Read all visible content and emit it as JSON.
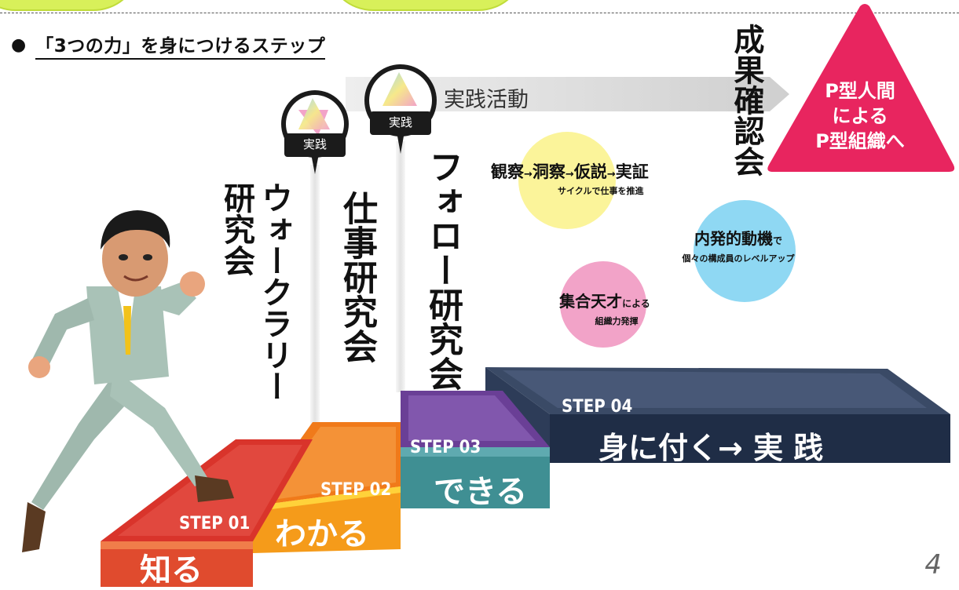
{
  "heading": {
    "bullet": "●",
    "text": "「3つの力」を身につけるステップ"
  },
  "milestones": {
    "walk_rally": "ウォークラリー研究会",
    "walk_rally_l1": "ウォークラリー",
    "walk_rally_l2": "研究会",
    "work": "仕事研究会",
    "follow": "フォロー研究会",
    "result": "成果確認会"
  },
  "pins": [
    {
      "label": "実践"
    },
    {
      "label": "実践"
    }
  ],
  "arrow_label": "実践活動",
  "goal": {
    "line1": "P型人間",
    "line2": "による",
    "line3": "P型組織へ"
  },
  "circles": {
    "yellow": {
      "main": "観察→洞察→仮説→実証",
      "main_a": "観察",
      "main_b": "洞察",
      "main_c": "仮説",
      "main_d": "実証",
      "arrow": "→",
      "sub": "サイクルで仕事を推進"
    },
    "blue": {
      "main": "内発的動機",
      "suffix": "で",
      "sub": "個々の構成員のレベルアップ"
    },
    "pink": {
      "main": "集合天才",
      "suffix": "による",
      "sub": "組織力発揮"
    }
  },
  "steps": [
    {
      "id": "STEP 01",
      "label": "知る"
    },
    {
      "id": "STEP 02",
      "label": "わかる"
    },
    {
      "id": "STEP 03",
      "label": "できる"
    },
    {
      "id": "STEP 04",
      "label": "身に付く→ 実 践"
    }
  ],
  "page_number": "4",
  "colors": {
    "step1": "#d9342b",
    "step2": "#f07a1a",
    "step3": "#6a3f96",
    "step3_front": "#3f8f93",
    "step4": "#27364f",
    "goal": "#e8255f",
    "yellow_circle": "#fbf49a",
    "blue_circle": "#8fd8f3",
    "pink_circle": "#f2a3c8",
    "arrow": "#dcdcdc"
  }
}
